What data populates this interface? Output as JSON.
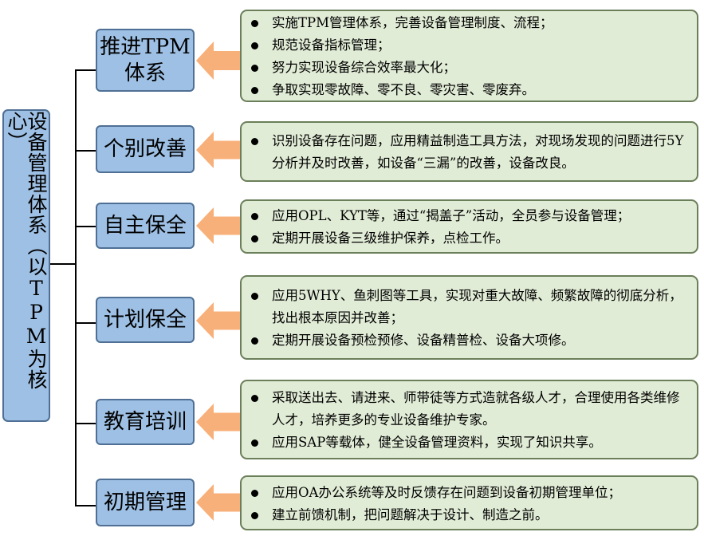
{
  "root": {
    "label": "设备管理体系（以TPM为核心）"
  },
  "branches": [
    {
      "title": "推进TPM体系",
      "items": [
        "实施TPM管理体系，完善设备管理制度、流程；",
        "规范设备指标管理；",
        "努力实现设备综合效率最大化；",
        "争取实现零故障、零不良、零灾害、零废弃。"
      ]
    },
    {
      "title": "个别改善",
      "items": [
        "识别设备存在问题，应用精益制造工具方法，对现场发现的问题进行5Y分析并及时改善，如设备“三漏”的改善，设备改良。"
      ]
    },
    {
      "title": "自主保全",
      "items": [
        "应用OPL、KYT等，通过“揭盖子”活动，全员参与设备管理；",
        "定期开展设备三级维护保养，点检工作。"
      ]
    },
    {
      "title": "计划保全",
      "items": [
        "应用5WHY、鱼刺图等工具，实现对重大故障、频繁故障的彻底分析，找出根本原因并改善；",
        "定期开展设备预检预修、设备精普检、设备大项修。"
      ]
    },
    {
      "title": "教育培训",
      "items": [
        "采取送出去、请进来、师带徒等方式造就各级人才，合理使用各类维修人才，培养更多的专业设备维护专家。",
        "应用SAP等载体，健全设备管理资料，实现了知识共享。"
      ]
    },
    {
      "title": "初期管理",
      "items": [
        "应用OA办公系统等及时反馈存在问题到设备初期管理单位；",
        "建立前馈机制，把问题解决于设计、制造之前。"
      ]
    }
  ],
  "colors": {
    "category_fill": "#9ec0e4",
    "category_border": "#4f6f94",
    "description_fill": "#e1ecd6",
    "description_border": "#6b7f5a",
    "arrow_fill": "#f8b07a"
  }
}
